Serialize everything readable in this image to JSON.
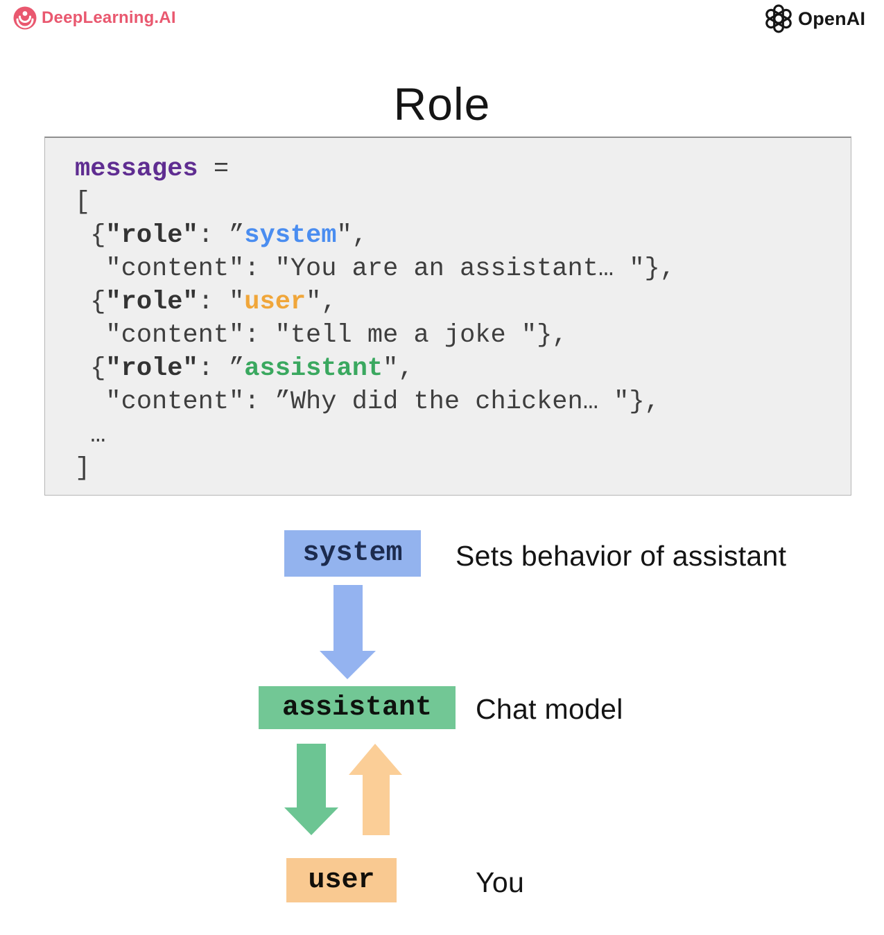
{
  "header": {
    "deeplearning_text": "DeepLearning.AI",
    "openai_text": "OpenAI"
  },
  "title": "Role",
  "code": {
    "variable": "messages",
    "lines": [
      [
        {
          "t": "messages",
          "c": "kw"
        },
        {
          "t": " =",
          "c": "p"
        }
      ],
      [
        {
          "t": "[",
          "c": "p"
        }
      ],
      [
        {
          "t": " {",
          "c": "p"
        },
        {
          "t": "\"role\"",
          "c": "b"
        },
        {
          "t": ": ”",
          "c": "p"
        },
        {
          "t": "system",
          "c": "sys"
        },
        {
          "t": "\",",
          "c": "p"
        }
      ],
      [
        {
          "t": "  \"content\": \"You are an assistant… \"},",
          "c": "p"
        }
      ],
      [
        {
          "t": " {",
          "c": "p"
        },
        {
          "t": "\"role\"",
          "c": "b"
        },
        {
          "t": ": \"",
          "c": "p"
        },
        {
          "t": "user",
          "c": "usr"
        },
        {
          "t": "\",",
          "c": "p"
        }
      ],
      [
        {
          "t": "  \"content\": \"tell me a joke \"},",
          "c": "p"
        }
      ],
      [
        {
          "t": " {",
          "c": "p"
        },
        {
          "t": "\"role\"",
          "c": "b"
        },
        {
          "t": ": ”",
          "c": "p"
        },
        {
          "t": "assistant",
          "c": "ast"
        },
        {
          "t": "\",",
          "c": "p"
        }
      ],
      [
        {
          "t": "  \"content\": ”Why did the chicken… \"},",
          "c": "p"
        }
      ],
      [
        {
          "t": " …",
          "c": "p"
        }
      ],
      [
        {
          "t": "]",
          "c": "p"
        }
      ]
    ]
  },
  "diagram": {
    "nodes": [
      {
        "id": "system",
        "label": "system",
        "annotation": "Sets behavior of assistant",
        "box_color": "#93b3ee"
      },
      {
        "id": "assistant",
        "label": "assistant",
        "annotation": "Chat model",
        "box_color": "#72c795"
      },
      {
        "id": "user",
        "label": "user",
        "annotation": "You",
        "box_color": "#f9c991"
      }
    ],
    "arrows": [
      {
        "name": "system-to-assistant",
        "direction": "down",
        "color": "#94b3f0"
      },
      {
        "name": "assistant-to-user",
        "direction": "down",
        "color": "#6cc593"
      },
      {
        "name": "user-to-assistant",
        "direction": "up",
        "color": "#fbce97"
      }
    ]
  },
  "colors": {
    "code_keyword_purple": "#5f2d91",
    "role_system_blue": "#4a8df0",
    "role_user_orange": "#f0a63a",
    "role_assistant_green": "#3aa85f",
    "code_text_gray": "#3e3e3e",
    "code_block_background": "#efefef",
    "deeplearning_brand": "#e9586f",
    "openai_brand": "#161616"
  }
}
